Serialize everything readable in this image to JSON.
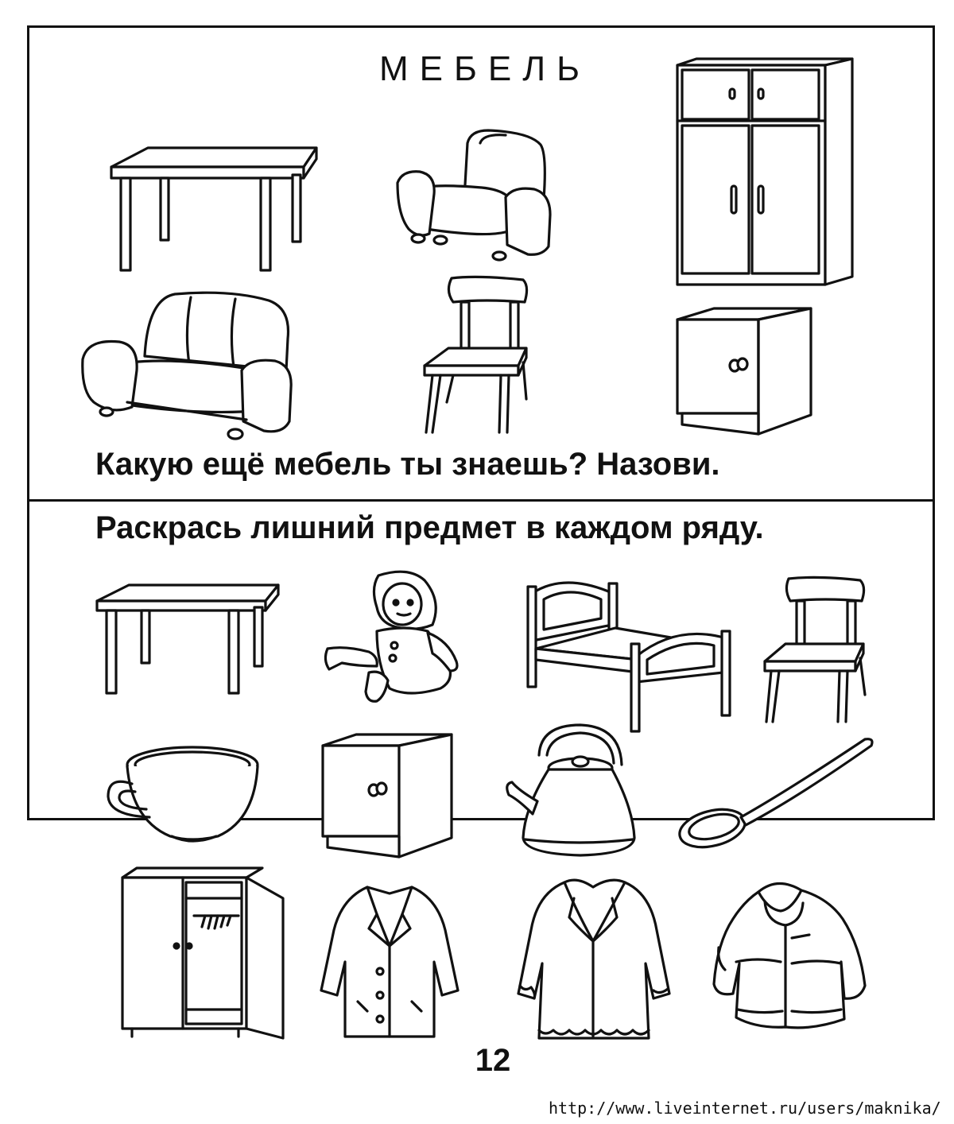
{
  "page": {
    "title": "МЕБЕЛЬ",
    "question": "Какую ещё мебель ты знаешь? Назови.",
    "instruction": "Раскрась лишний предмет в каждом ряду.",
    "page_number": "12",
    "source_url": "http://www.liveinternet.ru/users/maknika/"
  },
  "icons": {
    "top": [
      "table-icon",
      "armchair-icon",
      "wardrobe-icon",
      "sofa-icon",
      "chair-icon",
      "nightstand-icon"
    ],
    "row1": [
      "table-icon",
      "doll-icon",
      "bed-icon",
      "chair-icon"
    ],
    "row2": [
      "cup-icon",
      "nightstand-icon",
      "kettle-icon",
      "spoon-icon"
    ],
    "row3": [
      "open-wardrobe-icon",
      "coat-icon",
      "fur-coat-icon",
      "jacket-icon"
    ]
  }
}
